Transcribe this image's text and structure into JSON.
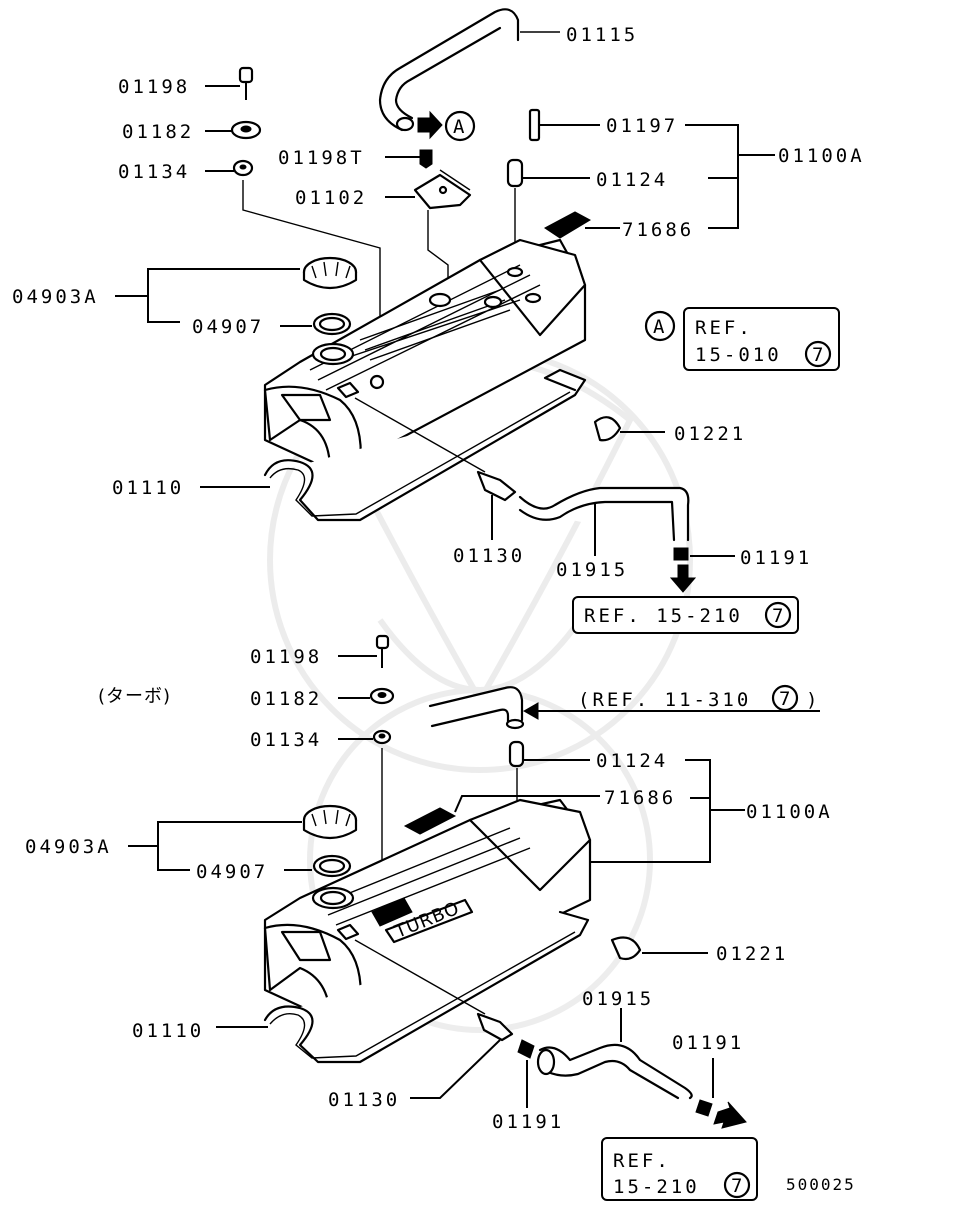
{
  "diagram_code": "500025",
  "turbo_note": "(ターボ)",
  "callout_a": "A",
  "ref_a_box": {
    "line1": "REF.",
    "line2": "15-010",
    "num": "7"
  },
  "ref_upper_box": {
    "text": "REF. 15-210",
    "num": "7"
  },
  "ref_lower_box": {
    "line1": "REF.",
    "line2": "15-210",
    "num": "7"
  },
  "ref_hose_note": {
    "text": "(REF. 11-310",
    "num": "7",
    "close": ")"
  },
  "turbo_text": "TURBO",
  "upper": {
    "p01115": "01115",
    "p01198": "01198",
    "p01182": "01182",
    "p01134": "01134",
    "p01198T": "01198T",
    "p01102": "01102",
    "p01197": "01197",
    "p01124": "01124",
    "p01100A": "01100A",
    "p71686": "71686",
    "p04903A": "04903A",
    "p04907": "04907",
    "p01221": "01221",
    "p01110": "01110",
    "p01130": "01130",
    "p01915": "01915",
    "p01191": "01191"
  },
  "lower": {
    "p01198": "01198",
    "p01182": "01182",
    "p01134": "01134",
    "p01124": "01124",
    "p71686": "71686",
    "p01100A": "01100A",
    "p04903A": "04903A",
    "p04907": "04907",
    "p01221": "01221",
    "p01915": "01915",
    "p01191a": "01191",
    "p01110": "01110",
    "p01130": "01130",
    "p01191b": "01191"
  }
}
